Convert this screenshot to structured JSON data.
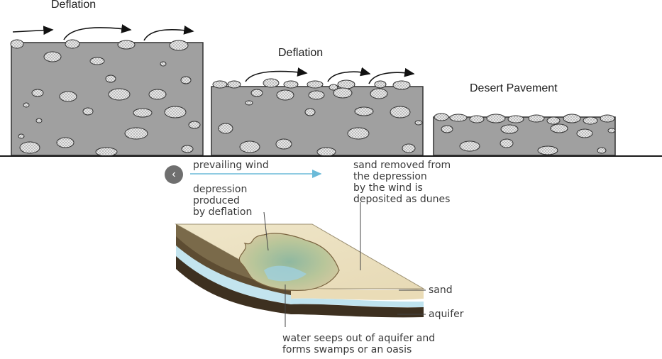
{
  "top": {
    "stage1_title": "Deflation",
    "stage2_title": "Deflation",
    "stage3_title": "Desert Pavement"
  },
  "bottom": {
    "back_glyph": "‹",
    "prevailing_wind": "prevailing wind",
    "depression": "depression\nproduced\nby deflation",
    "sand_removed": "sand removed from\nthe depression\nby the wind is\ndeposited as dunes",
    "sand": "sand",
    "aquifer": "aquifer",
    "water_seeps": "water seeps out of aquifer and\nforms swamps or an oasis"
  },
  "colors": {
    "rock": "#a0a0a0",
    "pebble": "#e6e6e6",
    "sand_top": "#ece1c2",
    "aquifer_blue": "#bfe3ef",
    "wind_arrow": "#6bbad8"
  }
}
